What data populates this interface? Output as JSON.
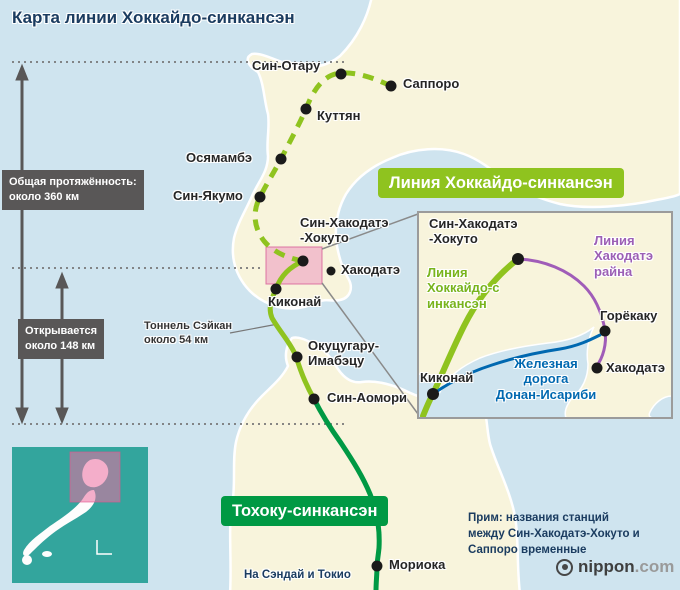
{
  "title": "Карта линии Хоккайдо-синкансэн",
  "measurements": {
    "total": "Общая протяжённость:\nоколо 360 км",
    "opening": "Открывается\nоколо 148 км",
    "tunnel": "Тоннель Сэйкан\nоколо 54 км"
  },
  "badges": {
    "hokkaido_line": "Линия Хоккайдо-синкансэн",
    "tohoku_line": "Тохоку-синкансэн"
  },
  "stations": [
    "Син-Отару",
    "Саппоро",
    "Куттян",
    "Осямамбэ",
    "Син-Якумо",
    "Син-Хакодатэ\n-Хокуто",
    "Хакодатэ",
    "Киконай",
    "Окуцугару-\nИмабэцу",
    "Син-Аомори",
    "Мориока"
  ],
  "inset": {
    "stations": [
      "Син-Хакодатэ\n-Хокуто",
      "Горёкаку",
      "Хакодатэ",
      "Киконай"
    ],
    "lines": {
      "hokkaido_shinkansen": "Линия\nХоккайдо-с\nинкансэн",
      "hakodate_liner": "Линия\nХакодатэ\nрайна",
      "donan_isaribi": "Железная\nдорога\nДонан-Исариби"
    }
  },
  "note": "Прим: названия станций\nмежду Син-Хакодатэ-Хокуто и\nСаппоро временные",
  "to_tokyo": "На Сэндай и Токио",
  "logo": {
    "brand": "nippon",
    "suffix": ".com"
  },
  "colors": {
    "sea": "#cfe4ef",
    "land": "#f8f4dc",
    "hokkaido_shinkansen": "#8fc31f",
    "tohoku_shinkansen": "#009944",
    "hakodate_liner": "#a05cb8",
    "donan_railway": "#0068b0",
    "measure_box": "#595757",
    "navy_text": "#1b3c60",
    "highlight_pink": "#ec82b7",
    "minimap_bg": "#33a59d"
  }
}
